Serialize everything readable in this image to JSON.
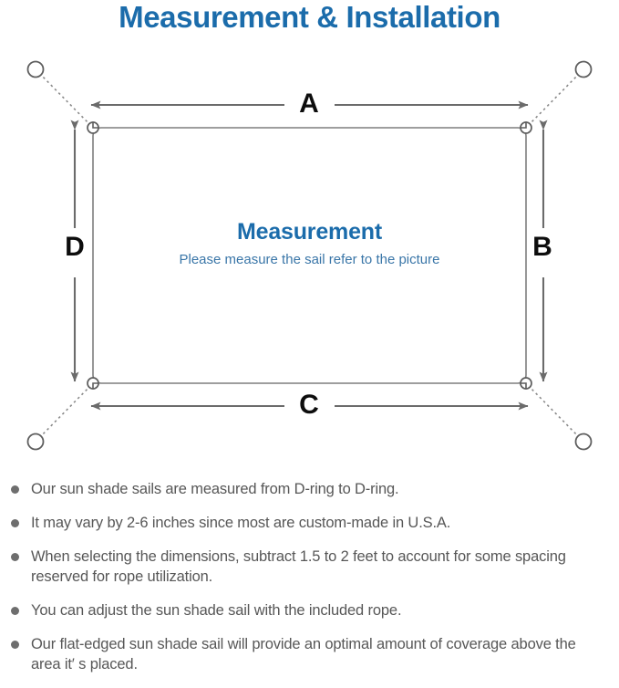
{
  "page": {
    "title": "Measurement & Installation",
    "title_color": "#1b6cab",
    "background": "#ffffff"
  },
  "diagram": {
    "name": "sun-shade-sail-measurement-diagram",
    "center_heading": "Measurement",
    "center_subheading": "Please measure the sail refer to the picture",
    "center_heading_color": "#1b6cab",
    "center_subheading_color": "#3a76a8",
    "line_color": "#6b6b6b",
    "sail_border_color": "#7a7a7a",
    "dimension_labels": {
      "top": "A",
      "right": "B",
      "bottom": "C",
      "left": "D"
    },
    "label_color": "#0d0d0d",
    "anchor_point_count": 4,
    "d_ring_count": 4
  },
  "notes": {
    "bullet_color": "#6e6e6e",
    "text_color": "#575757",
    "items": [
      "Our sun shade sails are measured from D-ring to D-ring.",
      "It may vary by 2-6 inches since most are custom-made in U.S.A.",
      "When selecting the dimensions, subtract 1.5 to 2 feet to account for some spacing reserved for rope utilization.",
      "You can adjust the sun shade sail with the included rope.",
      "Our flat-edged sun shade sail will provide an optimal amount of coverage above the area it′ s placed."
    ]
  }
}
